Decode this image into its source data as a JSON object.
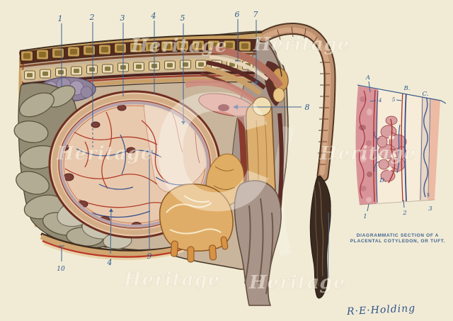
{
  "plate": {
    "paper_color": "#f1ebd6",
    "ink_color": "#2e598c",
    "watermark": {
      "text": "Heritage",
      "symbol": "C"
    },
    "signature": "R·E·Holding"
  },
  "main_figure": {
    "callouts": {
      "top": [
        "1",
        "2",
        "3",
        "4",
        "5",
        "6",
        "7"
      ],
      "side": "8",
      "bottom_left": "10",
      "bottom_mid": "4",
      "bottom_right": "9"
    }
  },
  "inset": {
    "labels": {
      "a": "A",
      "b": "B.",
      "c": "C.",
      "inner_4": "4",
      "inner_5": "5",
      "d": "D.",
      "bottom_1": "1",
      "bottom_2": "2",
      "bottom_3": "3",
      "x_mark": "x"
    },
    "caption": {
      "line1": "DIAGRAMMATIC SECTION OF A",
      "line2": "PLACENTAL COTYLEDON, OR TUFT."
    }
  }
}
